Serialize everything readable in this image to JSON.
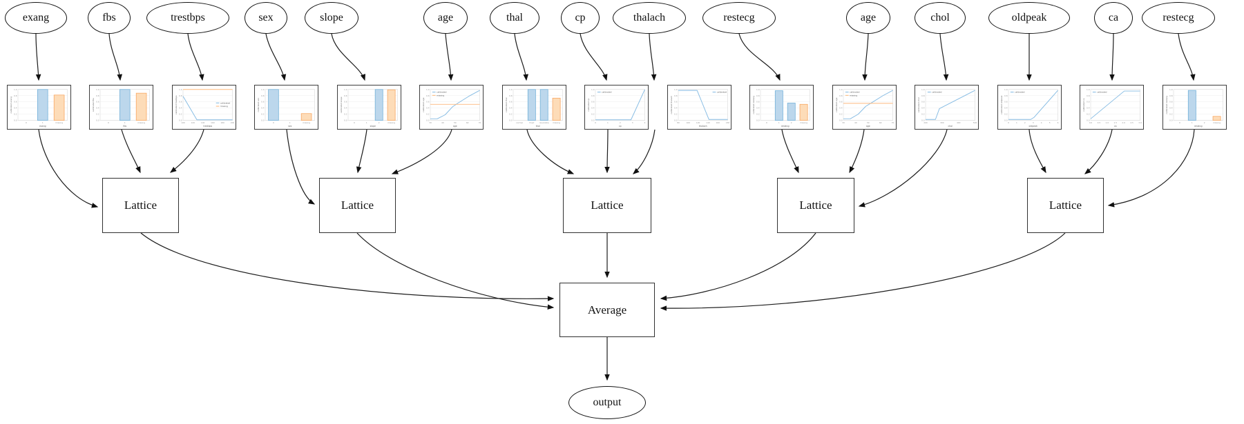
{
  "diagram": {
    "output_label": "output",
    "average_label": "Average",
    "lattice_labels": [
      "Lattice",
      "Lattice",
      "Lattice",
      "Lattice",
      "Lattice"
    ],
    "feature_labels": [
      "exang",
      "fbs",
      "trestbps",
      "sex",
      "slope",
      "age",
      "thal",
      "cp",
      "thalach",
      "restecg",
      "age",
      "chol",
      "oldpeak",
      "ca",
      "restecg"
    ],
    "connections": {
      "lattice_groups": [
        [
          0,
          1,
          2
        ],
        [
          3,
          4,
          5
        ],
        [
          6,
          7,
          8
        ],
        [
          9,
          10,
          11
        ],
        [
          12,
          13,
          14
        ]
      ],
      "lattices_to": "Average",
      "average_to": "output"
    },
    "colors": {
      "blue_fill": "#bcd7ec",
      "blue_edge": "#6fafd8",
      "orange_fill": "#fddcb8",
      "orange_edge": "#f8a55e",
      "line_blue": "#85bbe3",
      "line_orange": "#fdb97d",
      "edge_stroke": "#1a1a1a"
    }
  },
  "chart_data": [
    {
      "type": "bar",
      "feature": "exang",
      "ylabel": "calibrated exang",
      "xlabel": "exang",
      "xticks": [
        "0",
        "1",
        "missing"
      ],
      "yticks": [
        "0.0",
        "0.2",
        "0.4",
        "0.6",
        "0.8",
        "1.0"
      ],
      "bars": [
        {
          "x": 1,
          "value": 1.0,
          "color": "blue"
        },
        {
          "x": 2,
          "value": 0.82,
          "color": "orange"
        }
      ],
      "legend": null
    },
    {
      "type": "bar",
      "feature": "fbs",
      "ylabel": "calibrated fbs",
      "xlabel": "fbs",
      "xticks": [
        "0",
        "1",
        "missing"
      ],
      "yticks": [
        "0.0",
        "0.2",
        "0.4",
        "0.6",
        "0.8",
        "1.0"
      ],
      "bars": [
        {
          "x": 1,
          "value": 1.0,
          "color": "blue"
        },
        {
          "x": 2,
          "value": 0.88,
          "color": "orange"
        }
      ],
      "legend": null
    },
    {
      "type": "line",
      "feature": "trestbps",
      "ylabel": "calibrated trestbps",
      "xlabel": "trestbps",
      "xticks": [
        "100",
        "120",
        "140",
        "160",
        "180",
        "200"
      ],
      "yticks": [
        "0.0",
        "0.2",
        "0.4",
        "0.6",
        "0.8",
        "1.0"
      ],
      "lines": [
        {
          "name": "calibrated",
          "color": "blue",
          "points": [
            [
              0,
              0.78
            ],
            [
              0.28,
              0.02
            ],
            [
              1,
              0.02
            ]
          ]
        },
        {
          "name": "missing",
          "color": "orange",
          "points": [
            [
              0,
              1
            ],
            [
              1,
              1
            ]
          ]
        }
      ],
      "legend": {
        "pos": "rm",
        "entries": [
          {
            "label": "calibrated",
            "color": "blue"
          },
          {
            "label": "missing",
            "color": "orange"
          }
        ]
      }
    },
    {
      "type": "bar",
      "feature": "sex",
      "ylabel": "calibrated sex",
      "xlabel": "sex",
      "xticks": [
        "0",
        "1",
        "missing"
      ],
      "yticks": [
        "0.0",
        "0.2",
        "0.4",
        "0.6",
        "0.8",
        "1.0"
      ],
      "bars": [
        {
          "x": 0,
          "value": 1.0,
          "color": "blue"
        },
        {
          "x": 2,
          "value": 0.22,
          "color": "orange"
        }
      ],
      "legend": null
    },
    {
      "type": "bar",
      "feature": "slope",
      "ylabel": "calibrated slope",
      "xlabel": "slope",
      "xticks": [
        "0",
        "1",
        "2",
        "missing"
      ],
      "yticks": [
        "0.0",
        "0.2",
        "0.4",
        "0.6",
        "0.8",
        "1.0"
      ],
      "bars": [
        {
          "x": 2,
          "value": 1.0,
          "color": "blue"
        },
        {
          "x": 3,
          "value": 0.99,
          "color": "orange"
        }
      ],
      "legend": null
    },
    {
      "type": "line",
      "feature": "age",
      "ylabel": "calibrated age",
      "xlabel": "age",
      "xticks": [
        "30",
        "40",
        "50",
        "60",
        "70"
      ],
      "yticks": [
        "0.0",
        "0.2",
        "0.4",
        "0.6",
        "0.8",
        "1.0"
      ],
      "lines": [
        {
          "name": "calibrated",
          "color": "blue",
          "points": [
            [
              0,
              0.05
            ],
            [
              0.14,
              0.05
            ],
            [
              0.3,
              0.18
            ],
            [
              0.45,
              0.44
            ],
            [
              0.56,
              0.56
            ],
            [
              0.78,
              0.78
            ],
            [
              1,
              0.97
            ]
          ]
        },
        {
          "name": "missing",
          "color": "orange",
          "points": [
            [
              0,
              0.52
            ],
            [
              1,
              0.52
            ]
          ]
        }
      ],
      "legend": {
        "pos": "tl",
        "entries": [
          {
            "label": "calibrated",
            "color": "blue"
          },
          {
            "label": "missing",
            "color": "orange"
          }
        ]
      }
    },
    {
      "type": "bar",
      "feature": "thal",
      "ylabel": "calibrated thal",
      "xlabel": "thal",
      "xticks": [
        "normal",
        "fixed",
        "reversible",
        "missing"
      ],
      "yticks": [
        "0.0",
        "0.2",
        "0.4",
        "0.6",
        "0.8",
        "1.0"
      ],
      "bars": [
        {
          "x": 1,
          "value": 1.0,
          "color": "blue"
        },
        {
          "x": 2,
          "value": 1.0,
          "color": "blue"
        },
        {
          "x": 3,
          "value": 0.72,
          "color": "orange"
        }
      ],
      "legend": null
    },
    {
      "type": "line",
      "feature": "cp",
      "ylabel": "calibrated cp",
      "xlabel": "cp",
      "xticks": [
        "0",
        "1",
        "2",
        "3",
        "4"
      ],
      "yticks": [
        "0.0",
        "0.2",
        "0.4",
        "0.6",
        "0.8",
        "1.0"
      ],
      "lines": [
        {
          "name": "calibrated",
          "color": "blue",
          "points": [
            [
              0,
              0.02
            ],
            [
              0.72,
              0.02
            ],
            [
              1,
              1.0
            ]
          ]
        }
      ],
      "legend": {
        "pos": "tl",
        "entries": [
          {
            "label": "calibrated",
            "color": "blue"
          }
        ]
      }
    },
    {
      "type": "line",
      "feature": "thalach",
      "ylabel": "calibrated thalach",
      "xlabel": "thalach",
      "xticks": [
        "80",
        "100",
        "120",
        "140",
        "160",
        "180"
      ],
      "yticks": [
        "0.0",
        "0.2",
        "0.4",
        "0.6",
        "0.8",
        "1.0"
      ],
      "lines": [
        {
          "name": "calibrated",
          "color": "blue",
          "points": [
            [
              0,
              0.97
            ],
            [
              0.38,
              0.97
            ],
            [
              0.62,
              0.03
            ],
            [
              1,
              0.03
            ]
          ]
        }
      ],
      "legend": {
        "pos": "tr",
        "entries": [
          {
            "label": "calibrated",
            "color": "blue"
          }
        ]
      }
    },
    {
      "type": "bar",
      "feature": "restecg",
      "ylabel": "calibrated restecg",
      "xlabel": "restecg",
      "xticks": [
        "0",
        "1",
        "2",
        "missing"
      ],
      "yticks": [
        "0.0",
        "0.2",
        "0.4",
        "0.6",
        "0.8",
        "1.0"
      ],
      "bars": [
        {
          "x": 1,
          "value": 0.96,
          "color": "blue"
        },
        {
          "x": 2,
          "value": 0.56,
          "color": "blue"
        },
        {
          "x": 3,
          "value": 0.52,
          "color": "orange"
        }
      ],
      "legend": null
    },
    {
      "type": "line",
      "feature": "age",
      "ylabel": "calibrated age",
      "xlabel": "age",
      "xticks": [
        "30",
        "40",
        "50",
        "60",
        "70"
      ],
      "yticks": [
        "0.0",
        "0.2",
        "0.4",
        "0.6",
        "0.8",
        "1.0"
      ],
      "lines": [
        {
          "name": "calibrated",
          "color": "blue",
          "points": [
            [
              0,
              0.05
            ],
            [
              0.14,
              0.05
            ],
            [
              0.3,
              0.2
            ],
            [
              0.45,
              0.45
            ],
            [
              0.6,
              0.6
            ],
            [
              0.8,
              0.8
            ],
            [
              1,
              0.97
            ]
          ]
        },
        {
          "name": "missing",
          "color": "orange",
          "points": [
            [
              0,
              0.55
            ],
            [
              1,
              0.55
            ]
          ]
        }
      ],
      "legend": {
        "pos": "tl",
        "entries": [
          {
            "label": "calibrated",
            "color": "blue"
          },
          {
            "label": "missing",
            "color": "orange"
          }
        ]
      }
    },
    {
      "type": "line",
      "feature": "chol",
      "ylabel": "calibrated chol",
      "xlabel": "chol",
      "xticks": [
        "200",
        "300",
        "400",
        "500"
      ],
      "yticks": [
        "0.0",
        "0.2",
        "0.4",
        "0.6",
        "0.8",
        "1.0"
      ],
      "lines": [
        {
          "name": "calibrated",
          "color": "blue",
          "points": [
            [
              0,
              0.03
            ],
            [
              0.2,
              0.03
            ],
            [
              0.28,
              0.38
            ],
            [
              1,
              0.97
            ]
          ]
        }
      ],
      "legend": {
        "pos": "tl",
        "entries": [
          {
            "label": "calibrated",
            "color": "blue"
          }
        ]
      }
    },
    {
      "type": "line",
      "feature": "oldpeak",
      "ylabel": "calibrated oldpeak",
      "xlabel": "oldpeak",
      "xticks": [
        "0",
        "1",
        "2",
        "3",
        "4",
        "5",
        "6"
      ],
      "yticks": [
        "0.0",
        "0.2",
        "0.4",
        "0.6",
        "0.8",
        "1.0"
      ],
      "lines": [
        {
          "name": "calibrated",
          "color": "blue",
          "points": [
            [
              0,
              0.03
            ],
            [
              0.45,
              0.03
            ],
            [
              0.52,
              0.1
            ],
            [
              1,
              0.97
            ]
          ]
        }
      ],
      "legend": {
        "pos": "tl",
        "entries": [
          {
            "label": "calibrated",
            "color": "blue"
          }
        ]
      }
    },
    {
      "type": "line",
      "feature": "ca",
      "ylabel": "calibrated ca",
      "xlabel": "ca",
      "xticks": [
        "0.0",
        "0.5",
        "1.0",
        "1.5",
        "2.0",
        "2.5",
        "3.0"
      ],
      "yticks": [
        "0.0",
        "0.2",
        "0.4",
        "0.6",
        "0.8",
        "1.0"
      ],
      "lines": [
        {
          "name": "calibrated",
          "color": "blue",
          "points": [
            [
              0,
              0.05
            ],
            [
              0.68,
              0.95
            ],
            [
              1,
              0.95
            ]
          ]
        }
      ],
      "legend": {
        "pos": "tl",
        "entries": [
          {
            "label": "calibrated",
            "color": "blue"
          }
        ]
      }
    },
    {
      "type": "bar",
      "feature": "restecg",
      "ylabel": "calibrated restecg",
      "xlabel": "restecg",
      "xticks": [
        "0",
        "1",
        "2",
        "missing"
      ],
      "yticks": [
        "0.0",
        "0.2",
        "0.4",
        "0.6",
        "0.8",
        "1.0"
      ],
      "bars": [
        {
          "x": 1,
          "value": 0.97,
          "color": "blue"
        },
        {
          "x": 3,
          "value": 0.13,
          "color": "orange"
        }
      ],
      "legend": null
    }
  ]
}
